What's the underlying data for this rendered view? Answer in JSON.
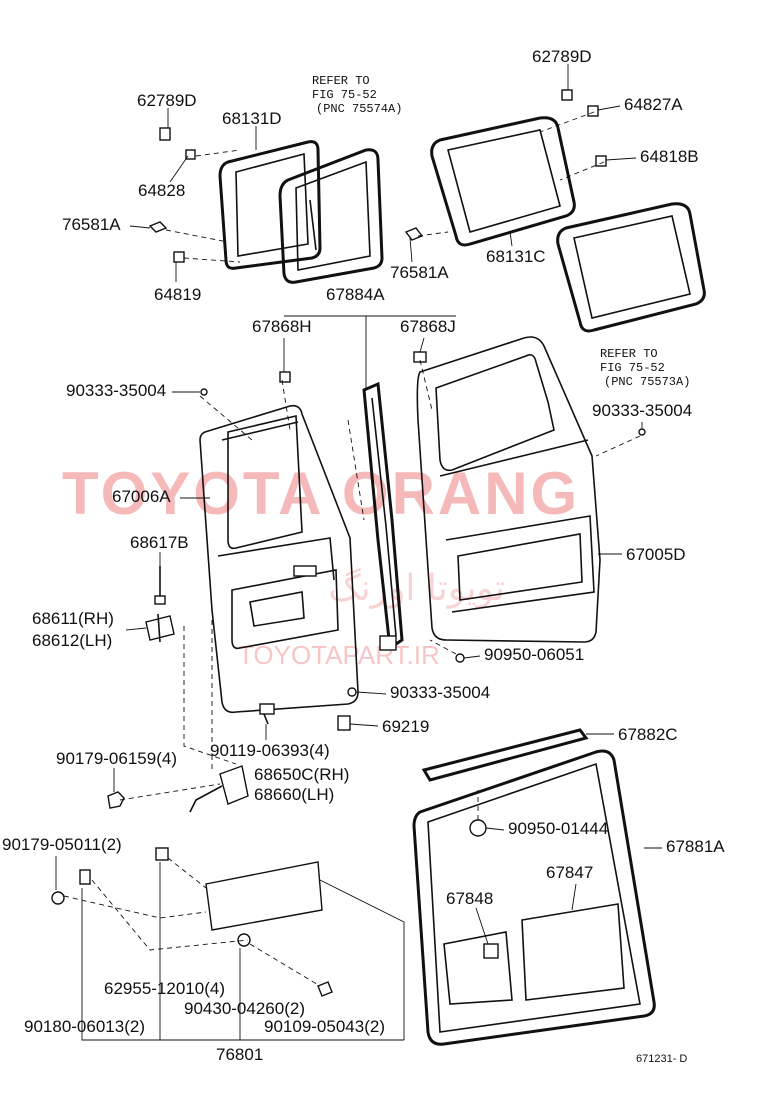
{
  "watermark": {
    "main": "TOYOTA ORANG",
    "site": "TOYOTAPART.IR",
    "arabic": "تویوتا اورنگ"
  },
  "callouts": [
    {
      "id": "c1",
      "text": "62789D"
    },
    {
      "id": "c2",
      "text": "68131D"
    },
    {
      "id": "c3",
      "text": "64828"
    },
    {
      "id": "c4",
      "text": "76581A"
    },
    {
      "id": "c5",
      "text": "64819"
    },
    {
      "id": "c6",
      "text": "62789D"
    },
    {
      "id": "c7",
      "text": "64827A"
    },
    {
      "id": "c8",
      "text": "64818B"
    },
    {
      "id": "c9",
      "text": "76581A"
    },
    {
      "id": "c10",
      "text": "68131C"
    },
    {
      "id": "c11",
      "text": "67884A"
    },
    {
      "id": "c12",
      "text": "67868H"
    },
    {
      "id": "c13",
      "text": "67868J"
    },
    {
      "id": "c14",
      "text": "90333-35004"
    },
    {
      "id": "c15",
      "text": "90333-35004"
    },
    {
      "id": "c16",
      "text": "67006A"
    },
    {
      "id": "c17",
      "text": "68617B"
    },
    {
      "id": "c18",
      "text": "68611(RH)"
    },
    {
      "id": "c19",
      "text": "68612(LH)"
    },
    {
      "id": "c20",
      "text": "67005D"
    },
    {
      "id": "c21",
      "text": "90950-06051"
    },
    {
      "id": "c22",
      "text": "90333-35004"
    },
    {
      "id": "c23",
      "text": "69219"
    },
    {
      "id": "c24",
      "text": "90119-06393(4)"
    },
    {
      "id": "c25",
      "text": "90179-06159(4)"
    },
    {
      "id": "c26",
      "text": "68650C(RH)"
    },
    {
      "id": "c27",
      "text": "68660(LH)"
    },
    {
      "id": "c28",
      "text": "67882C"
    },
    {
      "id": "c29",
      "text": "90950-01444"
    },
    {
      "id": "c30",
      "text": "67881A"
    },
    {
      "id": "c31",
      "text": "90179-05011(2)"
    },
    {
      "id": "c32",
      "text": "67848"
    },
    {
      "id": "c33",
      "text": "67847"
    },
    {
      "id": "c34",
      "text": "62955-12010(4)"
    },
    {
      "id": "c35",
      "text": "90430-04260(2)"
    },
    {
      "id": "c36",
      "text": "90180-06013(2)"
    },
    {
      "id": "c37",
      "text": "90109-05043(2)"
    },
    {
      "id": "c38",
      "text": "76801"
    }
  ],
  "notes": {
    "left": [
      "REFER TO",
      "FIG 75-52",
      "(PNC 75574A)"
    ],
    "right": [
      "REFER TO",
      "FIG 75-52",
      "(PNC 75573A)"
    ]
  },
  "figure_code": "671231- D"
}
